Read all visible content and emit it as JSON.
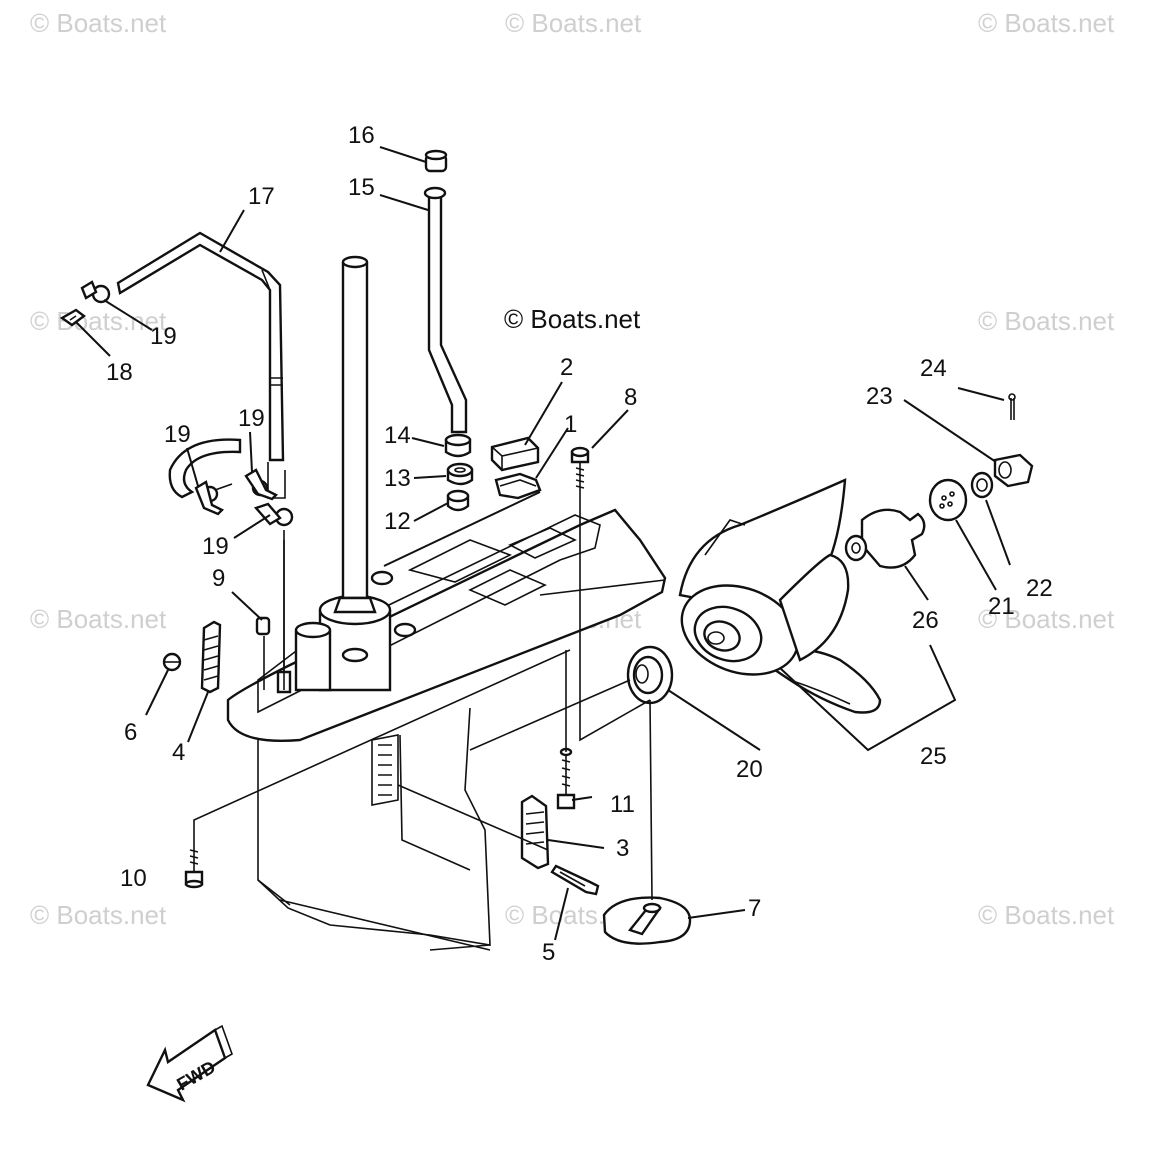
{
  "watermarks": {
    "top_left": "© Boats.net",
    "top_center": "© Boats.net",
    "top_right": "© Boats.net",
    "mid_left": "© Boats.net",
    "mid_right": "© Boats.net",
    "row3_left": "© Boats.net",
    "row3_center": "© Boats.net",
    "row3_right": "© Boats.net",
    "row4_left": "© Boats.net",
    "row4_center": "© Boats.net",
    "row4_right": "© Boats.net"
  },
  "center_credit": "© Boats.net",
  "fwd_label": "FWD",
  "part_labels": {
    "p1": "1",
    "p2": "2",
    "p3": "3",
    "p4": "4",
    "p5": "5",
    "p6": "6",
    "p7": "7",
    "p8": "8",
    "p9": "9",
    "p10": "10",
    "p11": "11",
    "p12": "12",
    "p13": "13",
    "p14": "14",
    "p15": "15",
    "p16": "16",
    "p17": "17",
    "p18": "18",
    "p19a": "19",
    "p19b": "19",
    "p19c": "19",
    "p19d": "19",
    "p20": "20",
    "p21": "21",
    "p22": "22",
    "p23": "23",
    "p24": "24",
    "p25": "25",
    "p26": "26"
  }
}
